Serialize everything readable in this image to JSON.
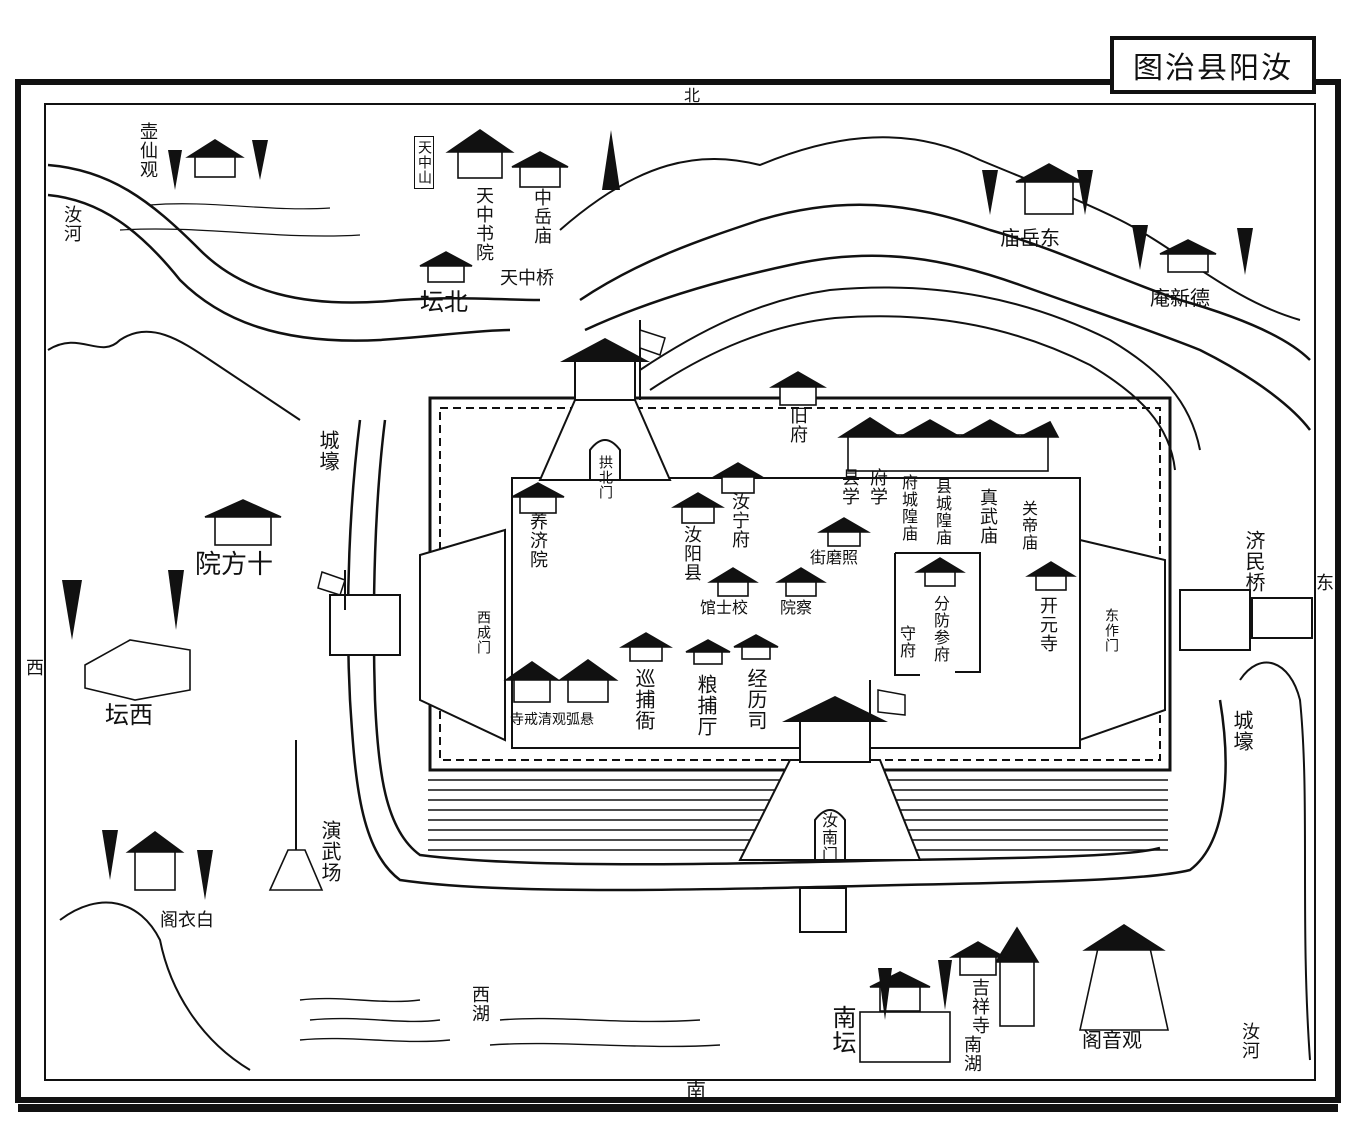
{
  "title": "图治县阳汝",
  "directions": {
    "north": "北",
    "south": "南",
    "east": "东",
    "west": "西"
  },
  "labels": {
    "hu_xian_guan": "壶仙观",
    "ru_he_left": "汝河",
    "ru_he_right": "汝河",
    "tian_zhong_shan": "天中山",
    "tian_zhong_shu_yuan": "天中书院",
    "zhong_yue_miao": "中岳庙",
    "tian_zhong_qiao": "天中桥",
    "bei_tan": "坛北",
    "dong_yue_miao": "庙岳东",
    "de_xin_an": "庵新德",
    "cheng_hao_left": "城壕",
    "cheng_hao_right": "城壕",
    "shi_fang_yuan": "院方十",
    "xi_tan": "坛西",
    "yan_wu_chang": "演武场",
    "bai_yi_ge": "阁衣白",
    "xi_hu": "西湖",
    "nan_tan": "南坛",
    "ji_xiang_si": "吉祥寺",
    "nan_hu": "南湖",
    "guan_yin_ge": "阁音观",
    "ji_min_qiao": "济民桥",
    "gong_bei_men": "拱北门",
    "jiu_fu": "旧府",
    "yang_ji_yuan": "养济院",
    "ru_ning_fu": "汝宁府",
    "ru_yang_xian": "汝阳县",
    "xian_xue": "县学",
    "fu_xue": "府学",
    "fu_cheng_huang_miao": "府城隍庙",
    "xian_cheng_huang_miao": "县城隍庙",
    "zhen_wu_miao": "真武庙",
    "guan_di_miao": "关帝庙",
    "zhao_mo_jie": "街磨照",
    "xiao_shi_guan": "馆士校",
    "cha_yuan": "院察",
    "fen_fang_can_fu": "分防参府",
    "shou_fu": "守府",
    "kai_yuan_si": "开元寺",
    "xi_cheng_men": "西成门",
    "dong_zuo_men": "东作门",
    "xun_bu_jie": "巡捕衙",
    "liang_bu_ting": "粮捕厅",
    "jing_li_si": "经历司",
    "si_jie_qing": "寺戒清观弧悬",
    "ru_nan_men": "汝南门"
  }
}
